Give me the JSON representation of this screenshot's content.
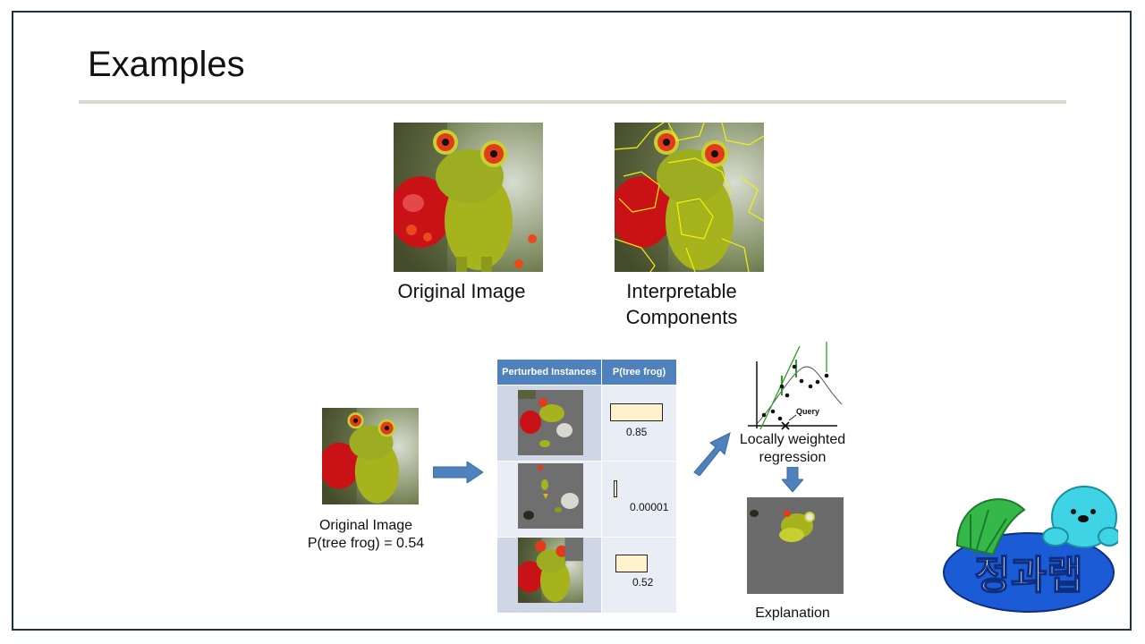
{
  "slide": {
    "title": "Examples"
  },
  "top": {
    "original_caption": "Original Image",
    "components_caption_line1": "Interpretable",
    "components_caption_line2": "Components"
  },
  "pipeline": {
    "input_caption_line1": "Original Image",
    "input_caption_line2": "P(tree frog)  = 0.54",
    "table": {
      "headers": [
        "Perturbed Instances",
        "P(tree frog)"
      ],
      "rows": [
        {
          "value": "0.85",
          "prob": 0.85
        },
        {
          "value": "0.00001",
          "prob": 1e-05
        },
        {
          "value": "0.52",
          "prob": 0.52
        }
      ]
    },
    "regression_label_line1": "Locally weighted",
    "regression_label_line2": "regression",
    "query_label": "Query",
    "explanation_caption": "Explanation"
  },
  "logo": {
    "text": "정과랩",
    "colors": {
      "blue": "#1c5bd6",
      "green": "#35b84a",
      "aqua": "#3fd3e6"
    }
  },
  "colors": {
    "header_blue": "#4f81bd",
    "row_dark": "#cfd7e6",
    "row_light": "#e9eef6",
    "bar_fill": "#fff2cc",
    "arrow_blue": "#4f81bd"
  }
}
